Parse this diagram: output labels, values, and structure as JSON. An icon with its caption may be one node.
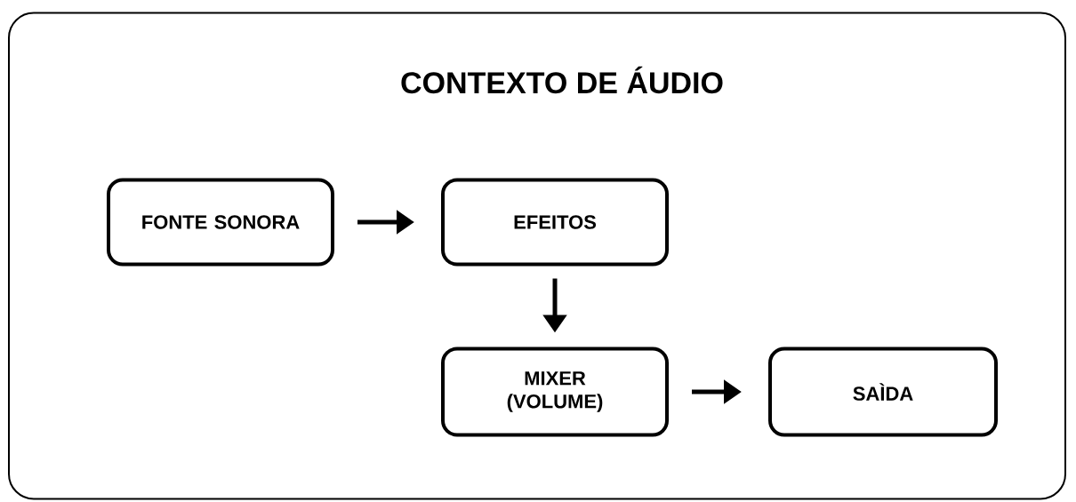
{
  "diagram": {
    "nodes": [
      {
        "text": [
          "CONTEXTO DE ÁUDIO"
        ]
      },
      {
        "text": [
          "FONTE SONORA"
        ],
        "in": 0
      },
      {
        "text": [
          "EFEITOS"
        ],
        "in": 0
      },
      {
        "text": [
          "MIXER (VOLUME)"
        ],
        "in": 0
      },
      {
        "text": [
          "SAÌDA"
        ],
        "in": 0
      }
    ],
    "edges": [
      {
        "from": 1,
        "to": 2,
        "arrow": "to"
      },
      {
        "from": 2,
        "to": 3,
        "arrow": "to"
      },
      {
        "from": 3,
        "to": 4,
        "arrow": "to"
      }
    ]
  }
}
